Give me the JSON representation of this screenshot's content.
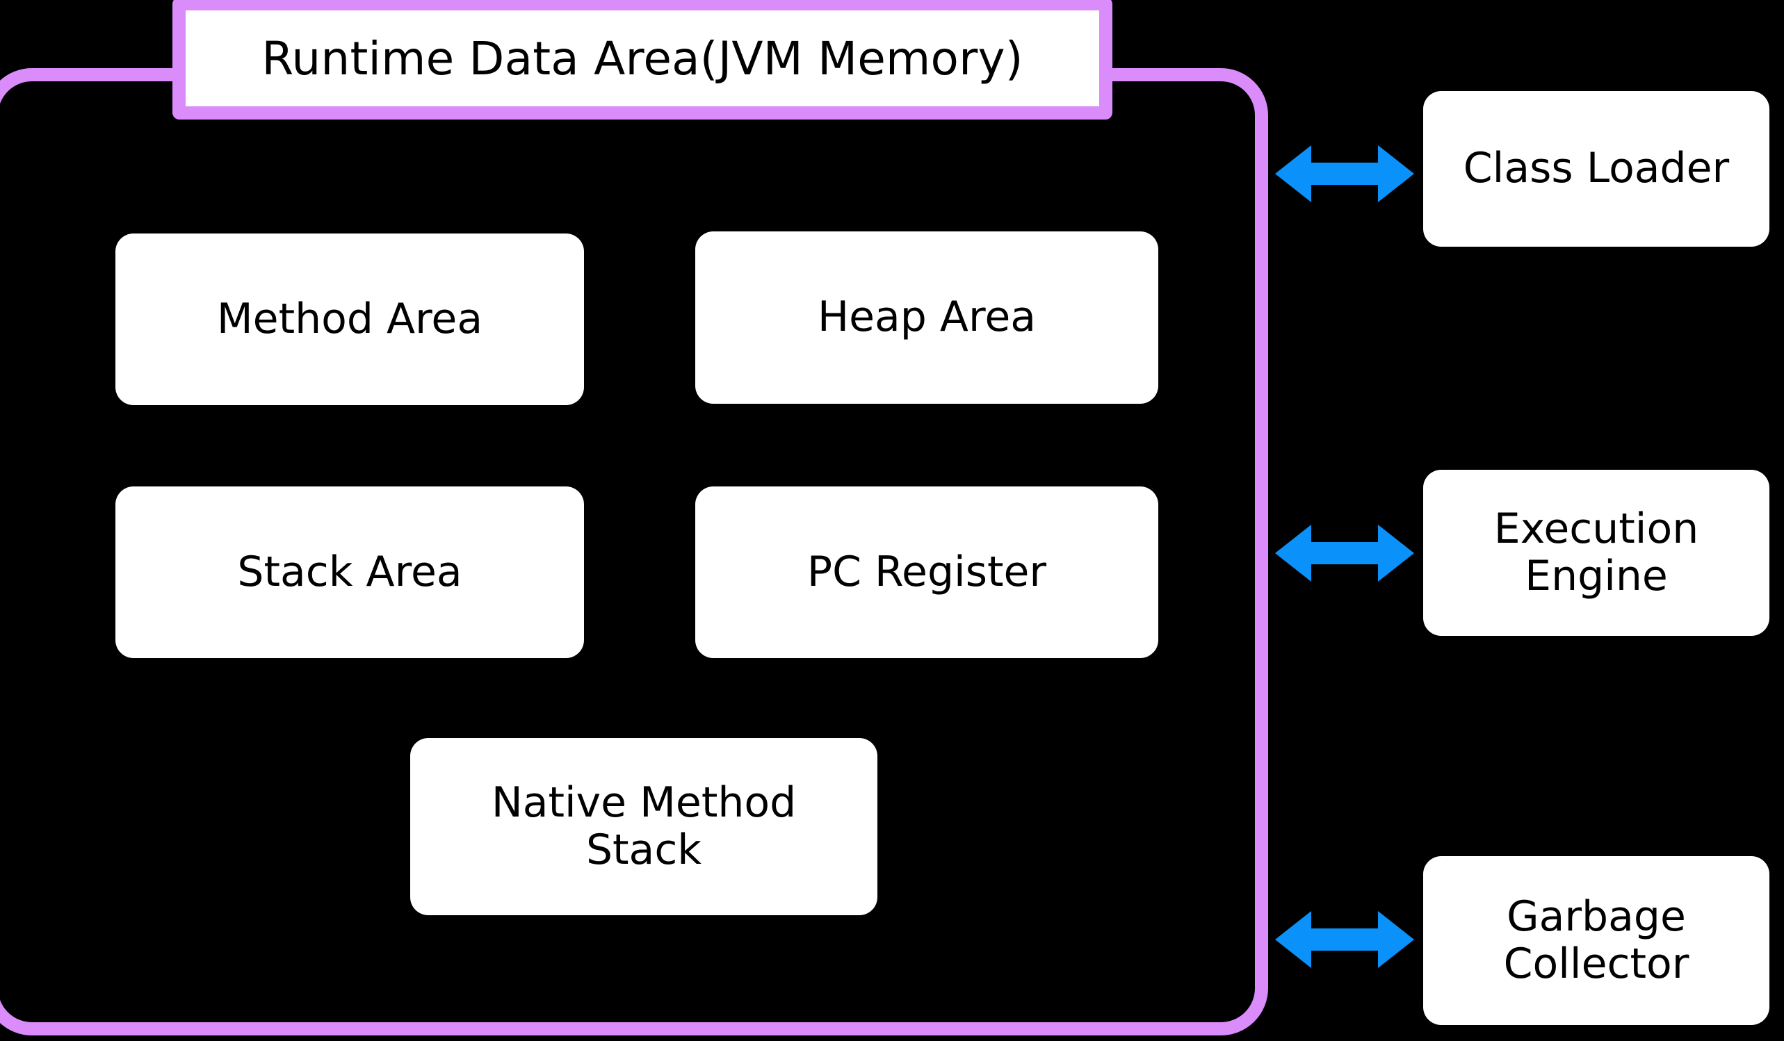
{
  "diagram": {
    "title": "Runtime Data Area(JVM Memory)",
    "background_color": "#000000",
    "container_border_color": "#da8cfb",
    "card_fill_color": "#ffffff",
    "card_text_color": "#000000",
    "arrow_color": "#0a92fa"
  },
  "runtime_data_area": {
    "label": "Runtime Data Area(JVM Memory)",
    "regions": [
      {
        "id": "method-area",
        "label": "Method Area"
      },
      {
        "id": "heap-area",
        "label": "Heap Area"
      },
      {
        "id": "stack-area",
        "label": "Stack Area"
      },
      {
        "id": "pc-register",
        "label": "PC Register"
      },
      {
        "id": "native-method-stack",
        "label": "Native Method\nStack"
      }
    ]
  },
  "components": [
    {
      "id": "class-loader",
      "label": "Class Loader"
    },
    {
      "id": "execution-engine",
      "label": "Execution\nEngine"
    },
    {
      "id": "garbage-collector",
      "label": "Garbage\nCollector"
    }
  ],
  "connections": [
    {
      "id": "conn-class-loader",
      "from": "runtime-data-area",
      "to": "class-loader",
      "type": "bidirectional-arrow"
    },
    {
      "id": "conn-execution-engine",
      "from": "runtime-data-area",
      "to": "execution-engine",
      "type": "bidirectional-arrow"
    },
    {
      "id": "conn-garbage-collector",
      "from": "runtime-data-area",
      "to": "garbage-collector",
      "type": "bidirectional-arrow"
    }
  ]
}
